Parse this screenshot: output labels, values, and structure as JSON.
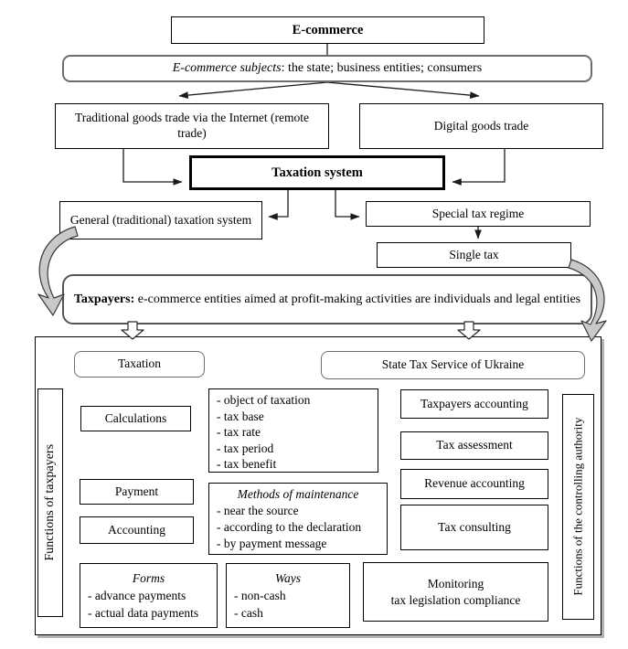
{
  "nodes": {
    "ecommerce": "E-commerce",
    "subjects_em": "E-commerce subjects",
    "subjects_rest": ": the state; business entities; consumers",
    "traditional": "Traditional goods trade via the Internet (remote trade)",
    "digital": "Digital goods trade",
    "taxation_system": "Taxation system",
    "general": "General (traditional) taxation system",
    "special": "Special tax regime",
    "single_tax": "Single tax",
    "taxpayers_strong": "Taxpayers:",
    "taxpayers_rest": " e-commerce entities aimed at profit-making activities are individuals and legal entities",
    "taxation": "Taxation",
    "state_tax_service": "State Tax Service of Ukraine",
    "functions_of_taxpayers": "Functions of taxpayers",
    "functions_of_authority": "Functions of the controlling authority",
    "calculations": "Calculations",
    "payment": "Payment",
    "accounting": "Accounting",
    "tax_elements": [
      "- object of taxation",
      "- tax base",
      "- tax rate",
      "- tax period",
      "- tax benefit"
    ],
    "methods_title": "Methods of maintenance",
    "methods_items": [
      "- near the source",
      "- according to the declaration",
      "- by payment message"
    ],
    "forms_title": "Forms",
    "forms_items": [
      "- advance payments",
      "- actual data payments"
    ],
    "ways_title": "Ways",
    "ways_items": [
      "- non-cash",
      "- cash"
    ],
    "authority_functions": [
      "Taxpayers accounting",
      "Tax assessment",
      "Revenue accounting",
      "Tax consulting"
    ],
    "monitoring_line1": "Monitoring",
    "monitoring_line2": "tax legislation compliance"
  },
  "colors": {
    "line": "#1a1a1a",
    "box_border": "#000000",
    "rounded_border": "#6e6e6e",
    "curved_arrow_fill": "#c9c9c9",
    "background": "#ffffff"
  }
}
